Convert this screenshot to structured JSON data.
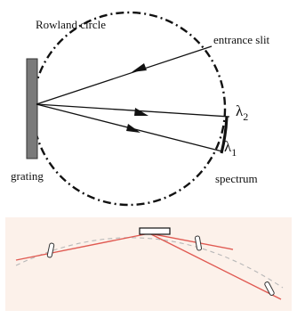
{
  "labels": {
    "rowland_circle": "Rowland circle",
    "entrance_slit": "entrance slit",
    "lambda2_base": "λ",
    "lambda2_sub": "2",
    "lambda1_base": "λ",
    "lambda1_sub": "1",
    "grating": "grating",
    "spectrum": "spectrum"
  },
  "colors": {
    "ink": "#111111",
    "grating_fill": "#7a7a7a",
    "panel_bg": "#fcf1ea",
    "beam_red": "#e05a52",
    "dashed_circle": "#b8b8b8"
  }
}
